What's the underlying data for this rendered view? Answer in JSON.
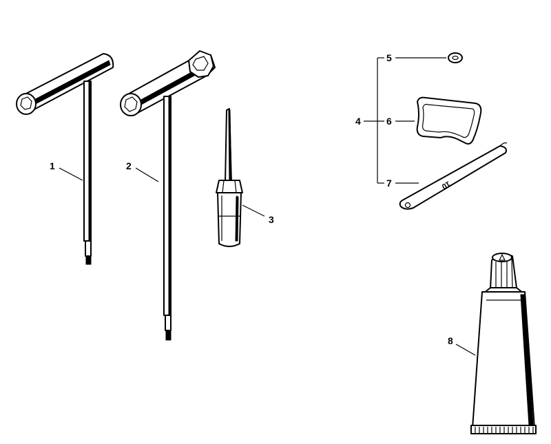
{
  "callouts": {
    "c1": "1",
    "c2": "2",
    "c3": "3",
    "c4": "4",
    "c5": "5",
    "c6": "6",
    "c7": "7",
    "c8": "8"
  },
  "parts": {
    "scraper_marking": "10"
  }
}
